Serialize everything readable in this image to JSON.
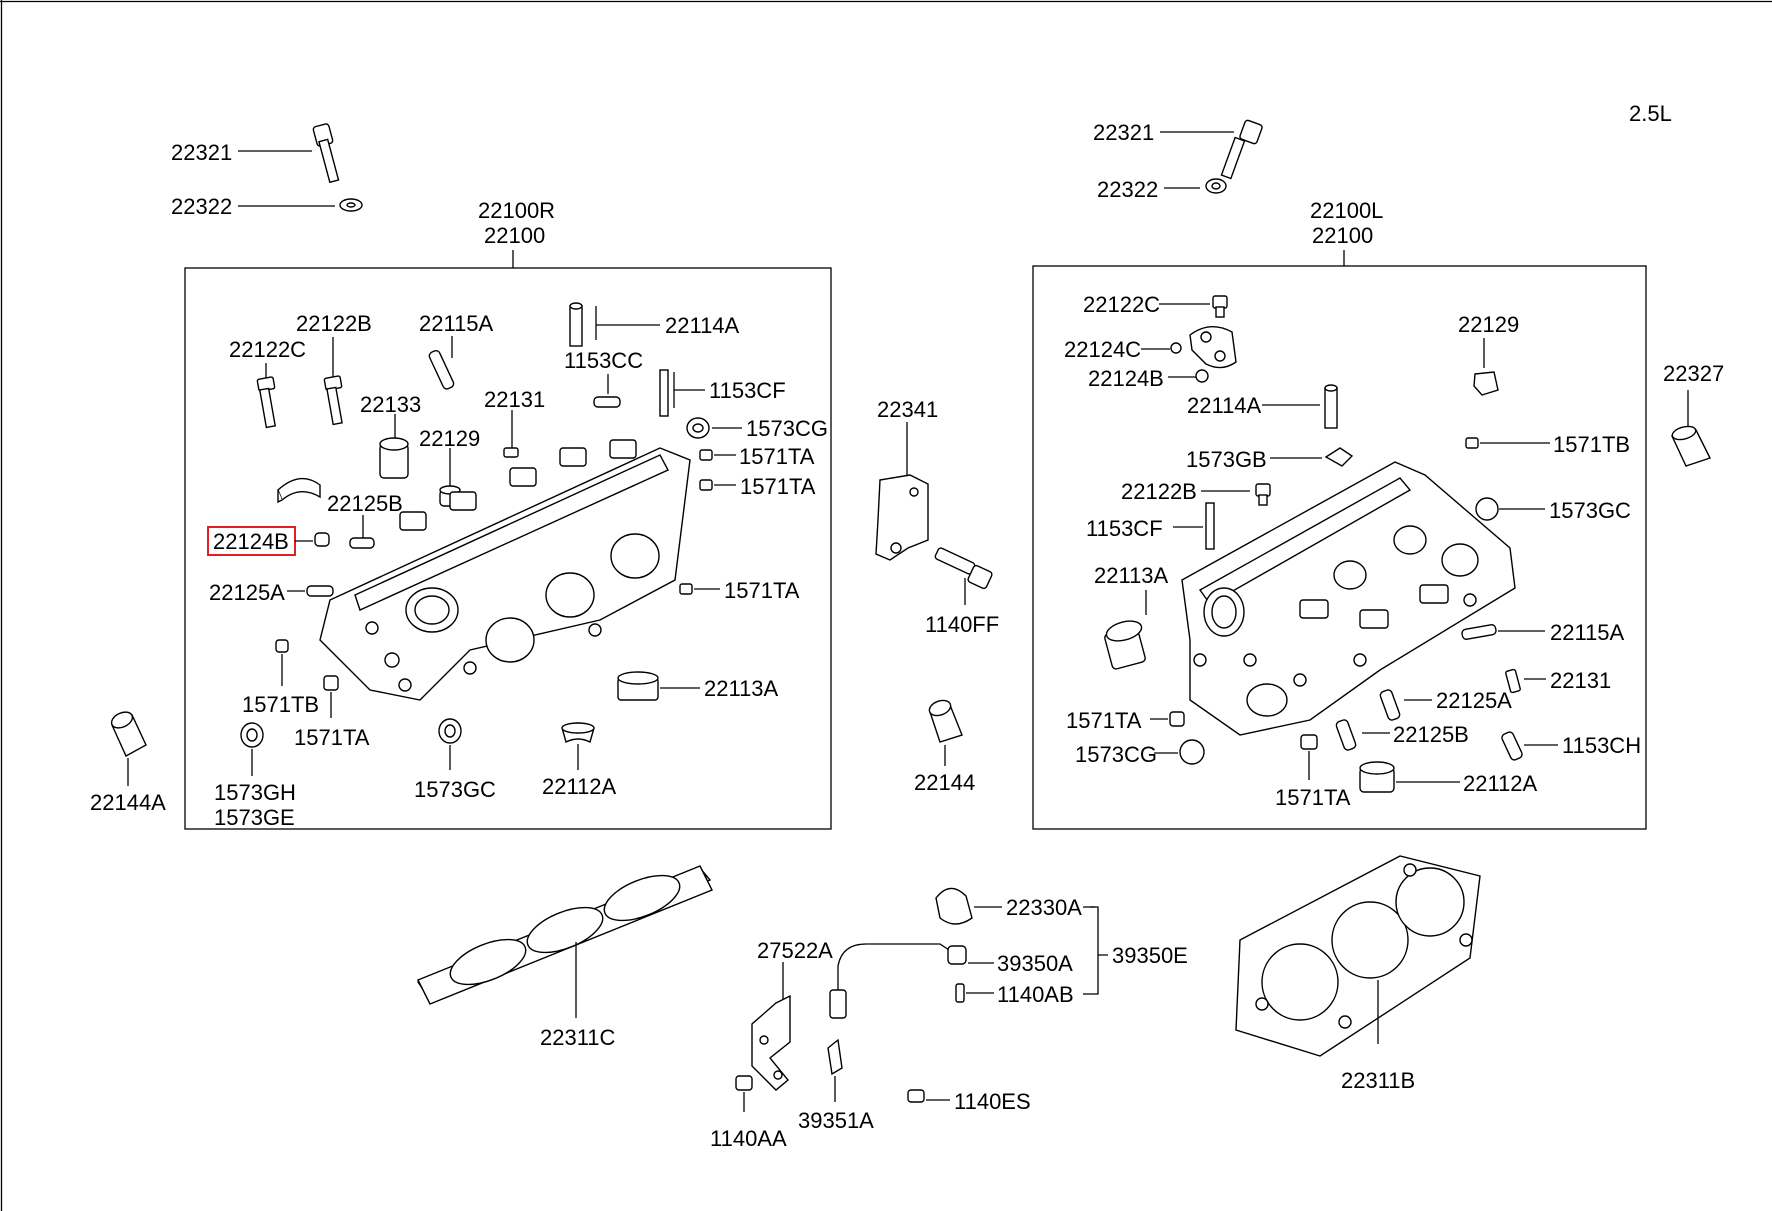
{
  "title": "2.5L",
  "highlighted_part": "22124B",
  "labels": {
    "p22321_a": "22321",
    "p22322_a": "22322",
    "p22321_b": "22321",
    "p22322_b": "22322",
    "p22100R": "22100R",
    "p22100_a": "22100",
    "p22100L": "22100L",
    "p22100_b": "22100",
    "p22122B_a": "22122B",
    "p22122C_a": "22122C",
    "p22115A_a": "22115A",
    "p22114A_a": "22114A",
    "p1153CC": "1153CC",
    "p1153CF_a": "1153CF",
    "p22133": "22133",
    "p22131_a": "22131",
    "p22129_a": "22129",
    "p1573CG_a": "1573CG",
    "p1571TA_a": "1571TA",
    "p1571TA_b": "1571TA",
    "p22125B_a": "22125B",
    "p22124B_a": "22124B",
    "p22125A_a": "22125A",
    "p1571TA_c": "1571TA",
    "p1571TB_a": "1571TB",
    "p1571TA_d": "1571TA",
    "p22113A_a": "22113A",
    "p1573GH": "1573GH",
    "p1573GE": "1573GE",
    "p1573GC_a": "1573GC",
    "p22112A_a": "22112A",
    "p22144A": "22144A",
    "p22341": "22341",
    "p1140FF": "1140FF",
    "p22144": "22144",
    "p22122C_b": "22122C",
    "p22124C": "22124C",
    "p22124B_b": "22124B",
    "p22114A_b": "22114A",
    "p22129_b": "22129",
    "p1571TB_b": "1571TB",
    "p1573GB": "1573GB",
    "p22122B_b": "22122B",
    "p1153CF_b": "1153CF",
    "p1573GC_b": "1573GC",
    "p22113A_b": "22113A",
    "p22115A_b": "22115A",
    "p22131_b": "22131",
    "p22125A_b": "22125A",
    "p1571TA_e": "1571TA",
    "p22125B_b": "22125B",
    "p1573CG_b": "1573CG",
    "p1153CH": "1153CH",
    "p1571TA_f": "1571TA",
    "p22112A_b": "22112A",
    "p22327": "22327",
    "p22330A": "22330A",
    "p27522A": "27522A",
    "p39350A": "39350A",
    "p39350E": "39350E",
    "p1140AB": "1140AB",
    "p22311C": "22311C",
    "p22311B": "22311B",
    "p1140AA": "1140AA",
    "p39351A": "39351A",
    "p1140ES": "1140ES"
  }
}
